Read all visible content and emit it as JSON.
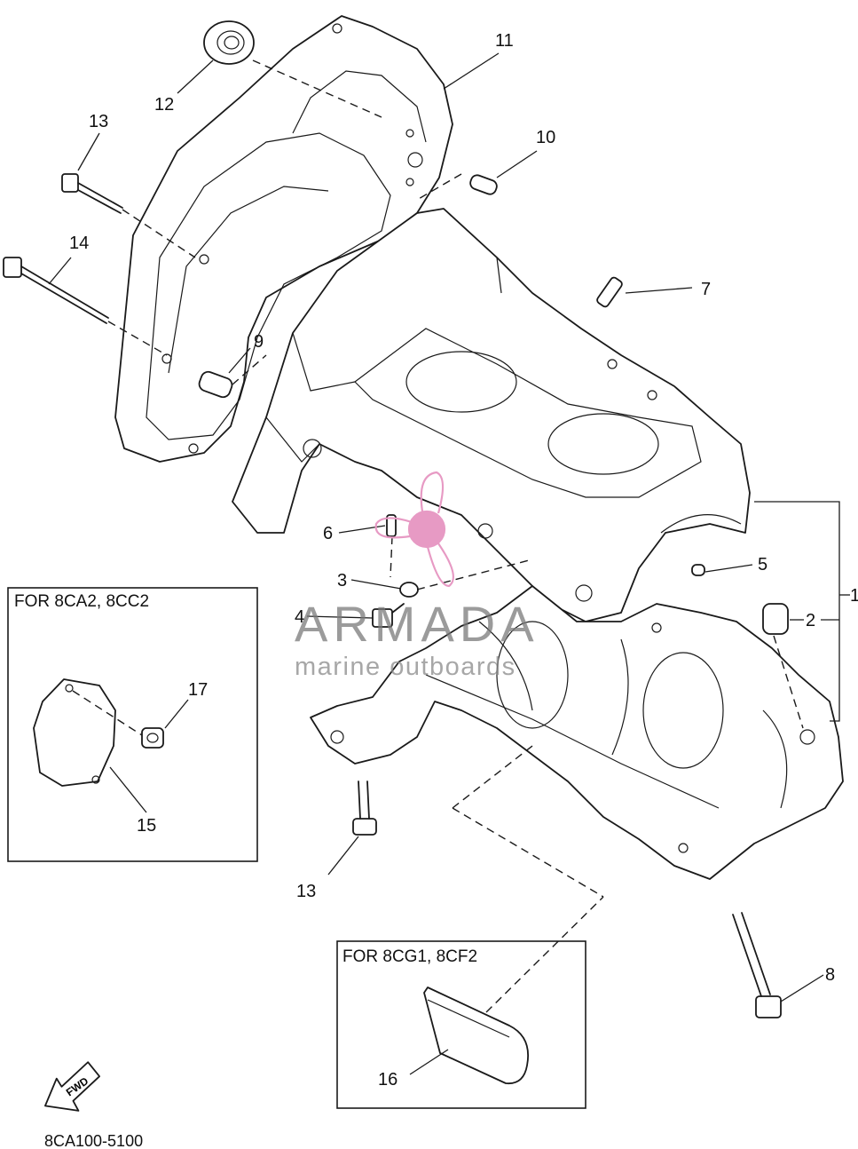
{
  "callouts": {
    "c1": "1",
    "c2": "2",
    "c3": "3",
    "c4": "4",
    "c5": "5",
    "c6": "6",
    "c7": "7",
    "c8": "8",
    "c9": "9",
    "c10": "10",
    "c11": "11",
    "c12": "12",
    "c13a": "13",
    "c13b": "13",
    "c14": "14",
    "c15": "15",
    "c16": "16",
    "c17": "17"
  },
  "inset_left": {
    "label": "FOR 8CA2, 8CC2"
  },
  "inset_right": {
    "label": "FOR 8CG1, 8CF2"
  },
  "fwd_arrow": {
    "label": "FWD"
  },
  "diagram_code": "8CA100-5100",
  "watermark": {
    "brand": "ARMADA",
    "tagline": "marine outboards",
    "logo_color": "#e79ac4",
    "logo_icon": "propeller-icon"
  }
}
